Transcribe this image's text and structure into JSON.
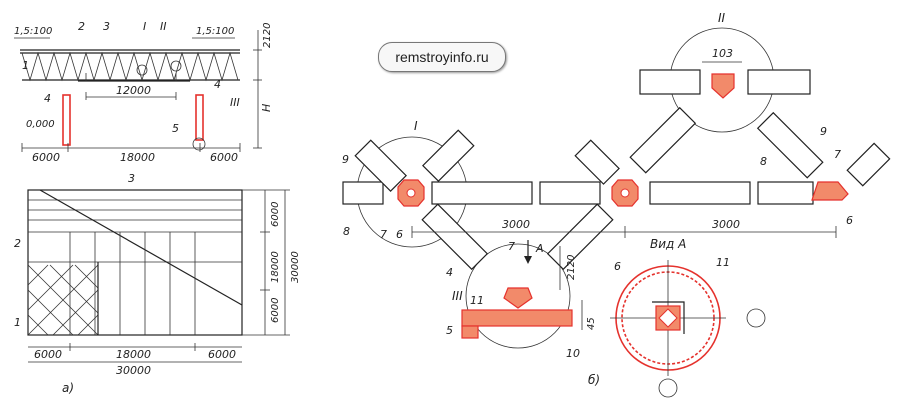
{
  "watermark": "remstroyinfo.ru",
  "fig_a": {
    "caption": "а)",
    "slope_left": "1,5:100",
    "slope_right": "1,5:100",
    "dim_2120": "2120",
    "dim_H": "H",
    "dim_12000": "12000",
    "level_0": "0,000",
    "dim_6000_left": "6000",
    "dim_18000": "18000",
    "dim_6000_right": "6000",
    "plan_dim_6000_top": "6000",
    "plan_dim_18000": "18000",
    "plan_dim_6000_bottom": "6000",
    "plan_dim_30000_right": "30000",
    "plan_bottom_6000_left": "6000",
    "plan_bottom_18000": "18000",
    "plan_bottom_6000_right": "6000",
    "plan_bottom_30000": "30000",
    "callouts": [
      "1",
      "2",
      "3",
      "I",
      "II",
      "4",
      "4",
      "III",
      "5",
      "3",
      "2",
      "1"
    ]
  },
  "fig_b": {
    "caption": "б)",
    "node_I": "I",
    "node_II": "II",
    "node_III": "III",
    "dim_103": "103",
    "dim_3000_left": "3000",
    "dim_3000_right": "3000",
    "dim_2120": "2120",
    "dim_45": "45",
    "arrow_A": "A",
    "view_label": "Вид A",
    "callouts": [
      "9",
      "8",
      "7",
      "6",
      "9",
      "7",
      "8",
      "6",
      "7",
      "4",
      "11",
      "5",
      "10",
      "6",
      "11"
    ]
  }
}
